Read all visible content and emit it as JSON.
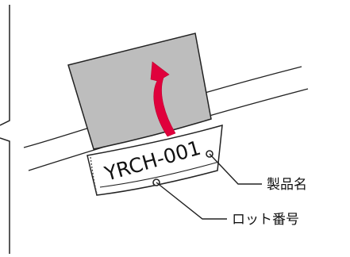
{
  "tag": {
    "code": "YRCH-001"
  },
  "callouts": {
    "product_name": "製品名",
    "lot_number": "ロット番号"
  },
  "colors": {
    "flap_fill": "#bdbdbd",
    "arrow_fill": "#e0003c",
    "line": "#222222",
    "dotted": "#444444"
  },
  "icons": {
    "lift_arrow": "curved-up-arrow-icon"
  }
}
